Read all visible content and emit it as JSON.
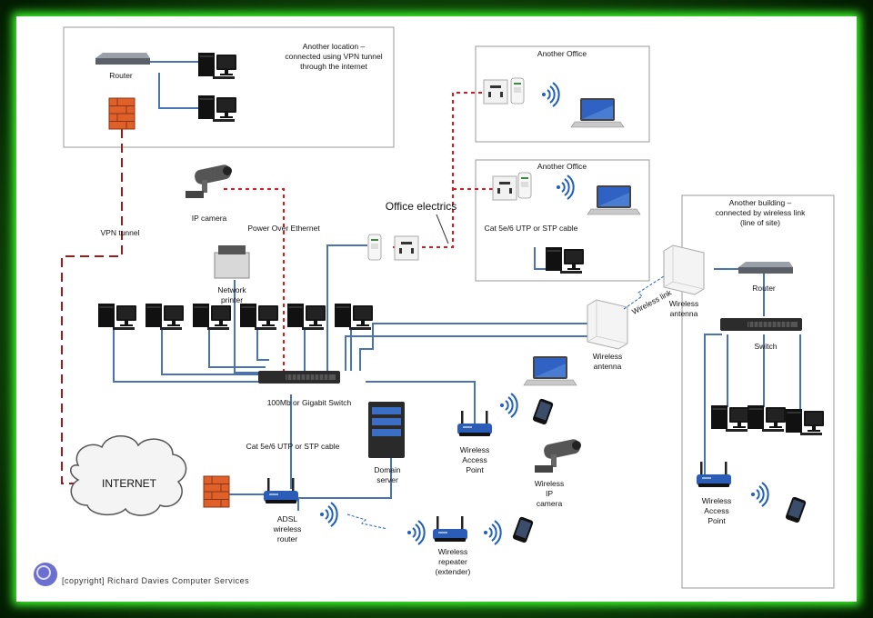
{
  "diagram": {
    "remote_location": {
      "title_lines": [
        "Another location –",
        "connected using VPN tunnel",
        "through the internet"
      ],
      "router_label": "Router"
    },
    "vpn_tunnel_label": "VPN tunnel",
    "ip_camera_label": "IP camera",
    "poe_label": "Power Over Ethernet",
    "office_electrics_label": "Office electrics",
    "network_printer_lines": [
      "Network",
      "printer"
    ],
    "office_a": {
      "title": "Another Office"
    },
    "office_b": {
      "title": "Another Office",
      "cable_label": "Cat 5e/6 UTP or STP cable"
    },
    "main_switch_label": "100Mb or Gigabit Switch",
    "cable_label": "Cat 5e/6 UTP or STP cable",
    "domain_server_lines": [
      "Domain",
      "server"
    ],
    "internet_label": "INTERNET",
    "adsl_router_lines": [
      "ADSL",
      "wireless",
      "router"
    ],
    "access_point_lines": [
      "Wireless",
      "Access",
      "Point"
    ],
    "wireless_ip_camera_lines": [
      "Wireless",
      "IP",
      "camera"
    ],
    "repeater_lines": [
      "Wireless",
      "repeater",
      "(extender)"
    ],
    "wireless_antenna_lines": [
      "Wireless",
      "antenna"
    ],
    "wireless_link_label": "Wireless link",
    "building": {
      "title_lines": [
        "Another building –",
        "connected by wireless link",
        "(line of site)"
      ],
      "router_label": "Router",
      "switch_label": "Switch",
      "access_point_lines": [
        "Wireless",
        "Access",
        "Point"
      ]
    },
    "copyright": "[copyright] Richard Davies Computer Services"
  },
  "colors": {
    "lan_cable": "#4a73b4",
    "power_line": "#e8141c",
    "vpn_line": "#a01818",
    "router_blue": "#2b5db8",
    "firewall": "#e0602a"
  }
}
